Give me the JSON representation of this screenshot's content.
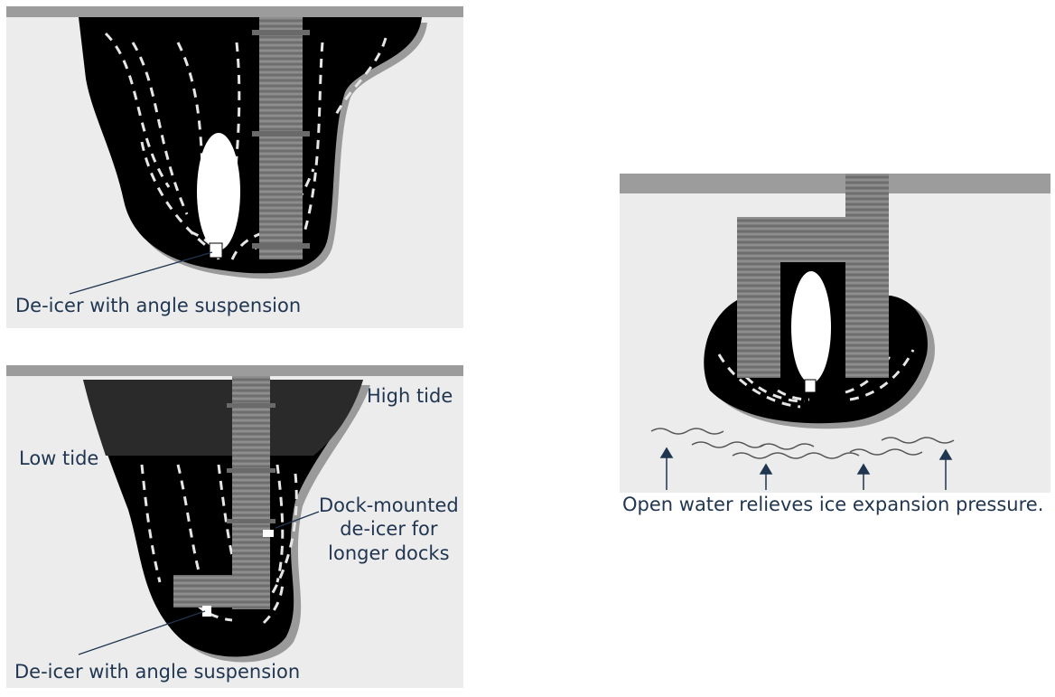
{
  "panels": [
    {
      "id": "single-dock",
      "labels": {
        "deicer": "De-icer with angle suspension"
      }
    },
    {
      "id": "tidal-dock",
      "labels": {
        "high_tide": "High tide",
        "low_tide": "Low tide",
        "dock_mounted_line1": "Dock-mounted",
        "dock_mounted_line2": "de-icer for",
        "dock_mounted_line3": "longer docks",
        "deicer": "De-icer with angle suspension"
      }
    },
    {
      "id": "u-dock",
      "labels": {
        "caption": "Open water relieves ice expansion pressure."
      }
    }
  ],
  "colors": {
    "water": "#000000",
    "ice": "#ececec",
    "ice_shadow": "#9a9a9a",
    "dock": "#808080",
    "shore": "#9c9c9c",
    "label": "#1f3550",
    "arrow": "#1f3550"
  }
}
